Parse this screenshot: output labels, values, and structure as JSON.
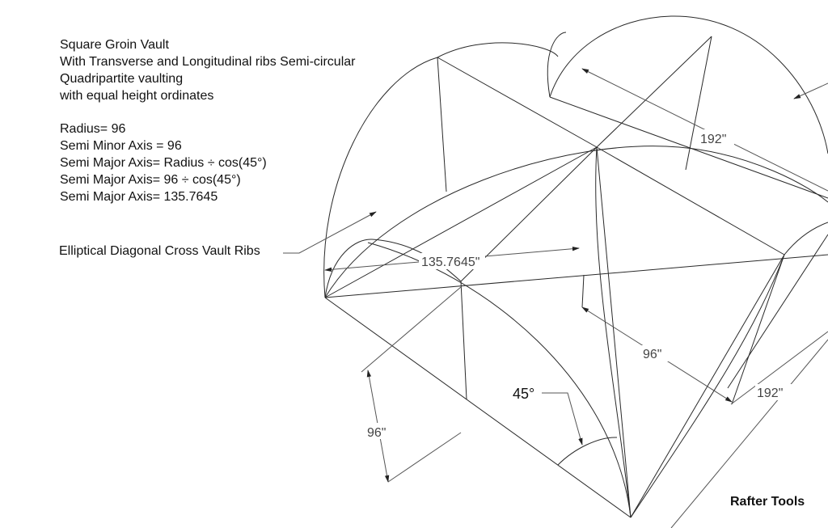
{
  "notes": {
    "title": "Square Groin Vault",
    "line2": "With Transverse and Longitudinal ribs Semi-circular",
    "line3": "Quadripartite vaulting",
    "line4": "with equal height ordinates",
    "radius": "Radius=  96",
    "semi_minor": "Semi Minor Axis = 96",
    "semi_major_formula": "Semi Major Axis= Radius ÷  cos(45°)",
    "semi_major_sub": "Semi Major Axis= 96 ÷  cos(45°)",
    "semi_major_result": "Semi Major Axis= 135.7645"
  },
  "callout": "Elliptical Diagonal Cross Vault Ribs",
  "dimensions": {
    "top_span": "192\"",
    "diagonal": "135.7645\"",
    "center_half": "96\"",
    "right_span": "192\"",
    "left_half": "96\"",
    "angle": "45°"
  },
  "brand": "Rafter Tools",
  "colors": {
    "line": "#2a2a2a",
    "dim_line": "#555555"
  }
}
